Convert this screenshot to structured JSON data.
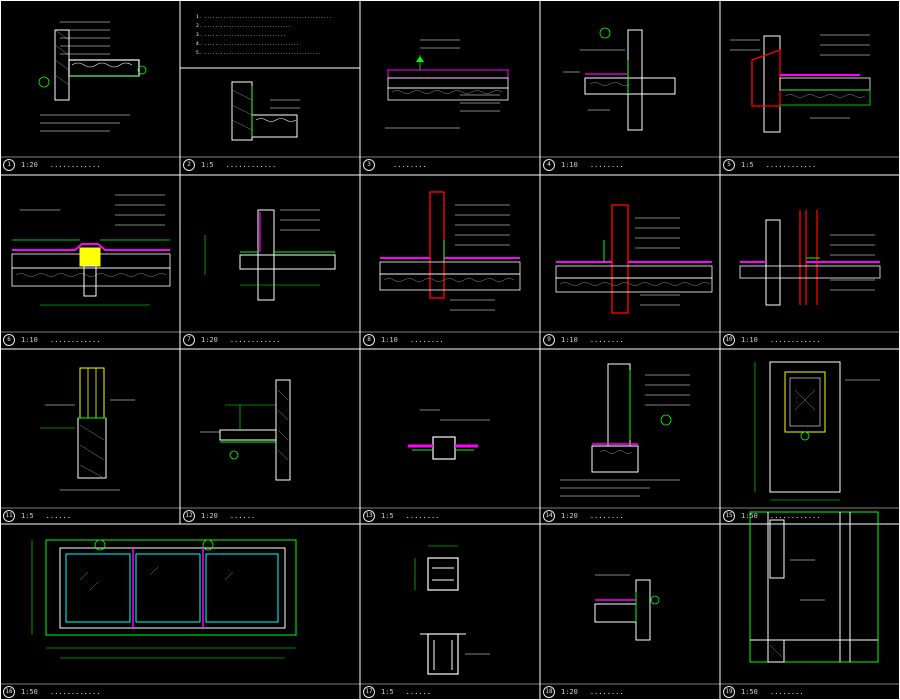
{
  "drawing": {
    "background": "#000000",
    "colors": {
      "frame": "#ffffff",
      "dimension": "#00ff00",
      "wall": "#ffffff",
      "membrane": "#ff00ff",
      "steel": "#ff0000",
      "insulation": "#ffff00",
      "glass": "#00ffff",
      "leader": "#ffffff"
    }
  },
  "notes_cell2": [
    "1. ...............................................",
    "2. ................................",
    "3. ..............................",
    "4. ...................................",
    "5. ..........................................."
  ],
  "cells": [
    {
      "num": "1",
      "scale": "1:20",
      "title": "............"
    },
    {
      "num": "2",
      "scale": "1:5",
      "title": "............"
    },
    {
      "num": "3",
      "scale": "",
      "title": "........"
    },
    {
      "num": "4",
      "scale": "1:10",
      "title": "........"
    },
    {
      "num": "5",
      "scale": "1:5",
      "title": "............"
    },
    {
      "num": "6",
      "scale": "1:10",
      "title": "............"
    },
    {
      "num": "7",
      "scale": "1:20",
      "title": "............"
    },
    {
      "num": "8",
      "scale": "1:10",
      "title": "........"
    },
    {
      "num": "9",
      "scale": "1:10",
      "title": "........"
    },
    {
      "num": "10",
      "scale": "1:10",
      "title": "............"
    },
    {
      "num": "11",
      "scale": "1:5",
      "title": "......"
    },
    {
      "num": "12",
      "scale": "1:20",
      "title": "......"
    },
    {
      "num": "13",
      "scale": "1:5",
      "title": "........"
    },
    {
      "num": "14",
      "scale": "1:20",
      "title": "........"
    },
    {
      "num": "15",
      "scale": "1:50",
      "title": "............"
    },
    {
      "num": "16",
      "scale": "1:50",
      "title": "............"
    },
    {
      "num": "17",
      "scale": "1:5",
      "title": "......"
    },
    {
      "num": "18",
      "scale": "1:20",
      "title": "........"
    },
    {
      "num": "19",
      "scale": "1:50",
      "title": "........"
    }
  ]
}
